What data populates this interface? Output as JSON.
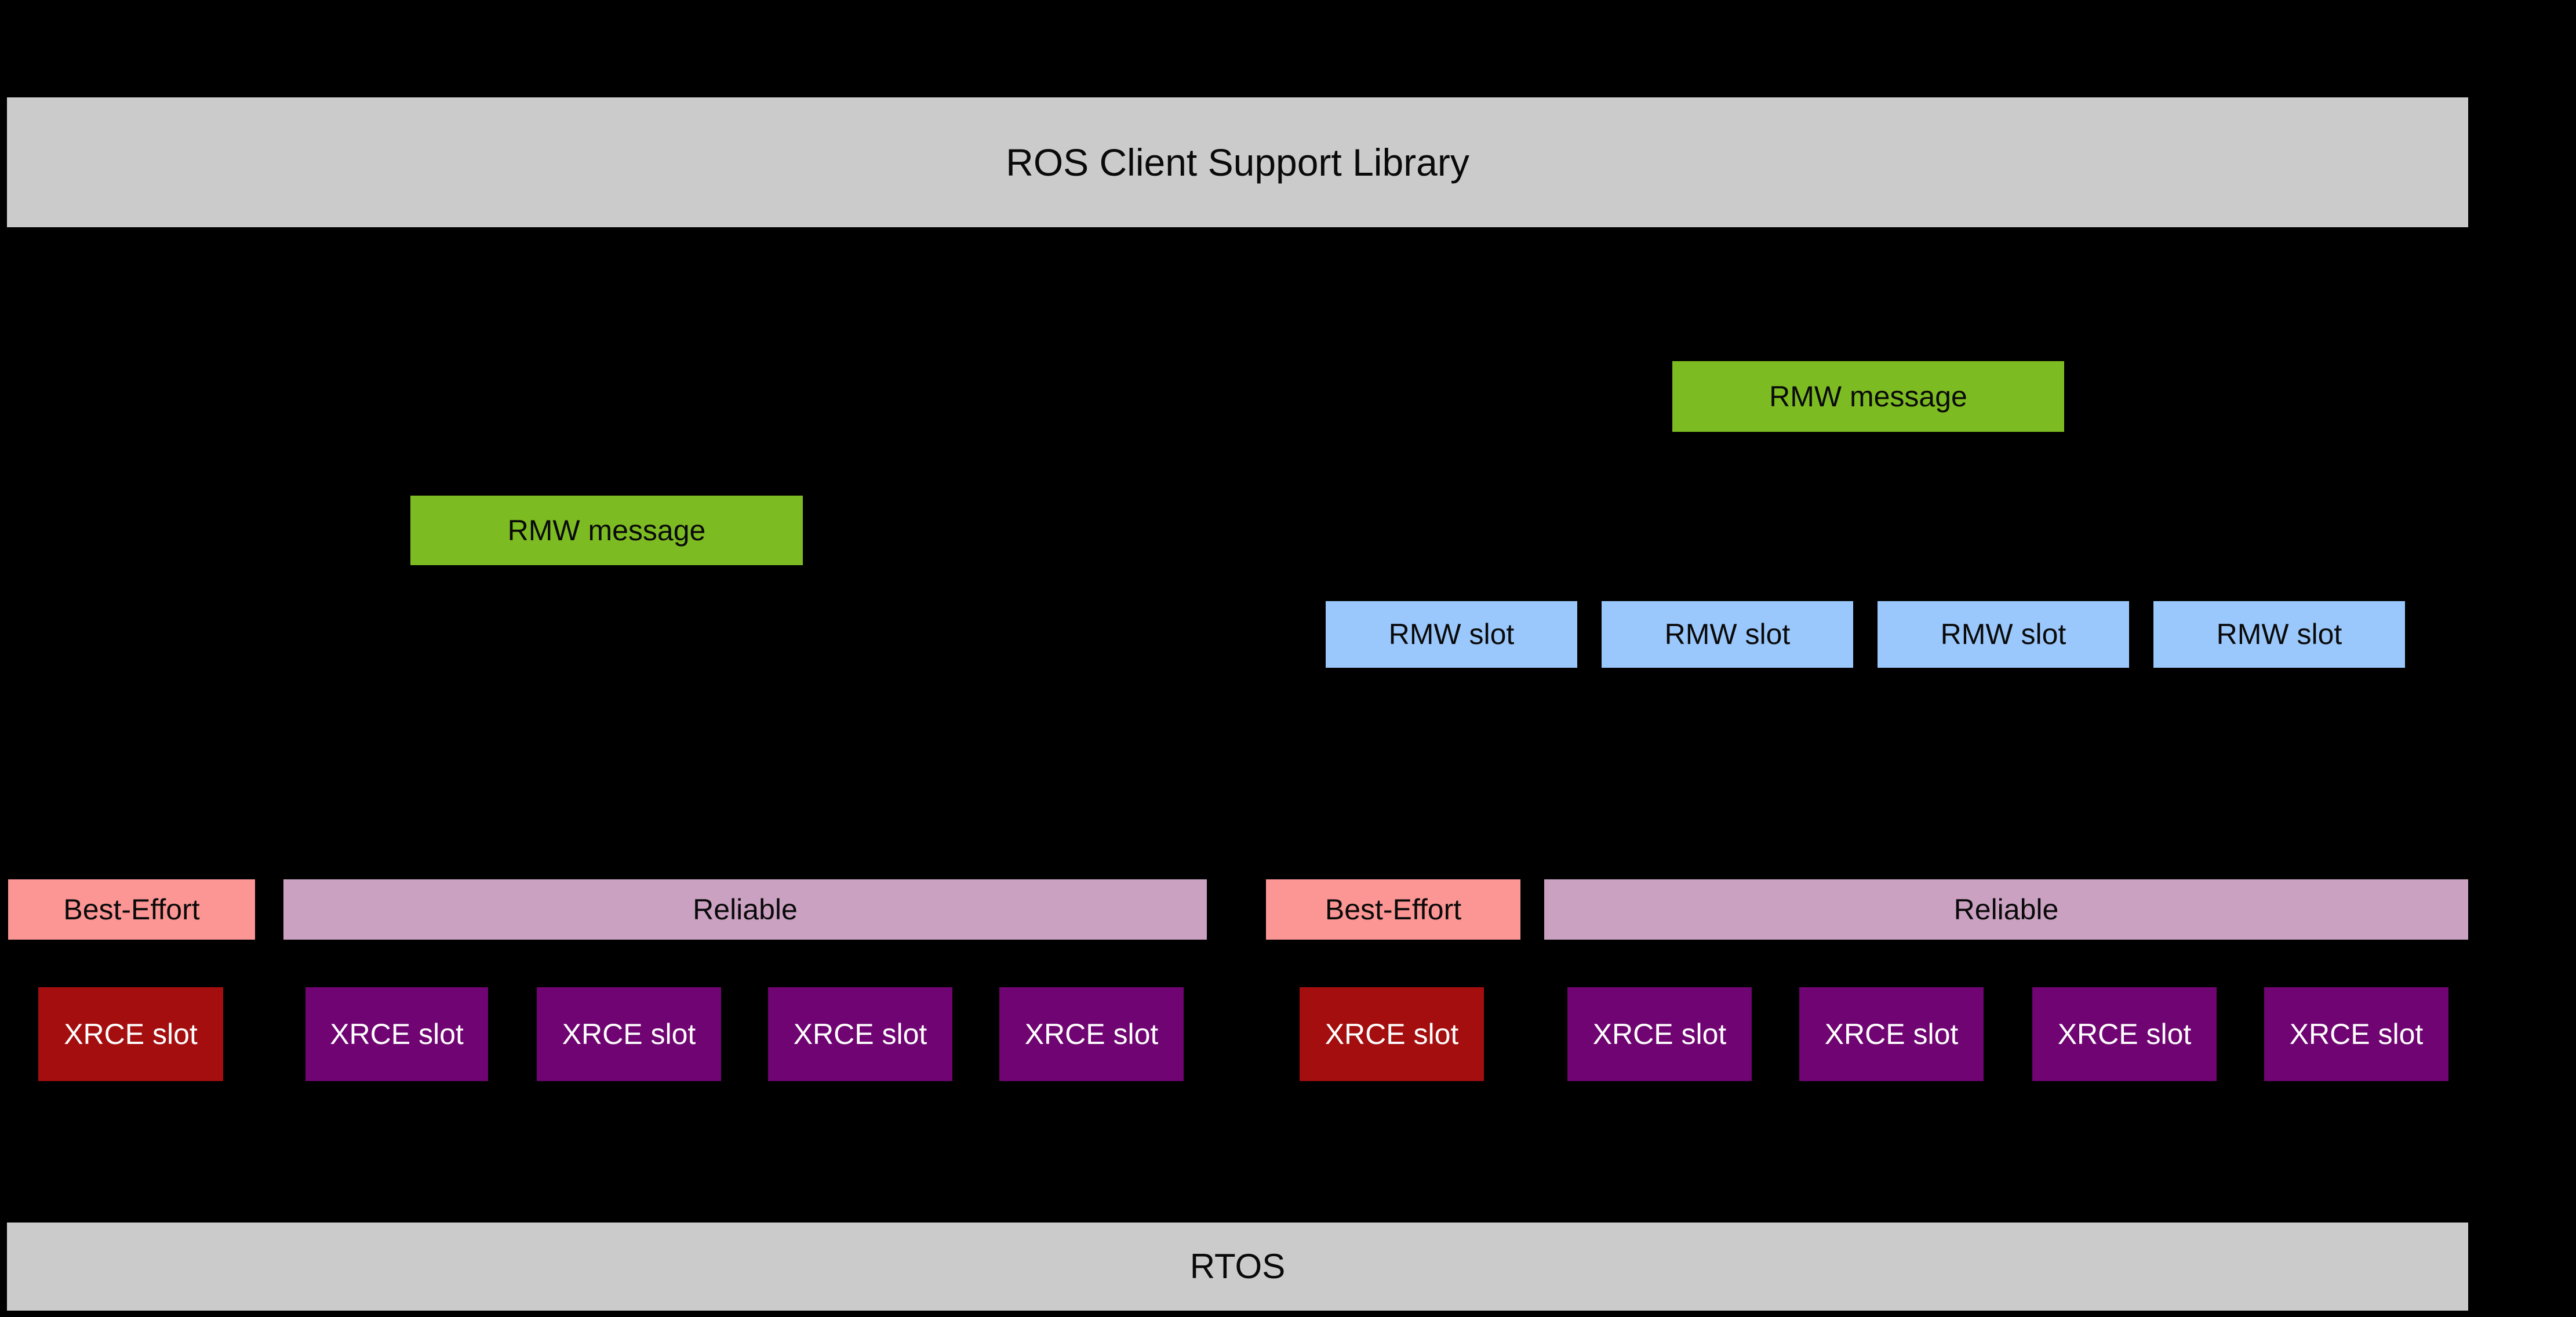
{
  "colors": {
    "background": "#000000",
    "gray_bar": "#CBCBCB",
    "green": "#7DBB22",
    "blue": "#9BC8FC",
    "salmon": "#FB9694",
    "mauve": "#CBA1C2",
    "dark_red": "#A40E0E",
    "purple": "#6F0472",
    "text_dark": "#0A0A0A",
    "text_light": "#FFFFFF"
  },
  "top_bar": {
    "label": "ROS Client Support Library"
  },
  "bottom_bar": {
    "label": "RTOS"
  },
  "rmw_message_right": {
    "label": "RMW message"
  },
  "rmw_message_left": {
    "label": "RMW message"
  },
  "rmw_slots": [
    {
      "label": "RMW slot"
    },
    {
      "label": "RMW slot"
    },
    {
      "label": "RMW slot"
    },
    {
      "label": "RMW slot"
    }
  ],
  "left_group": {
    "best_effort_header": {
      "label": "Best-Effort"
    },
    "reliable_header": {
      "label": "Reliable"
    },
    "xrce_slots": [
      {
        "label": "XRCE slot",
        "type": "best-effort"
      },
      {
        "label": "XRCE slot",
        "type": "reliable"
      },
      {
        "label": "XRCE slot",
        "type": "reliable"
      },
      {
        "label": "XRCE slot",
        "type": "reliable"
      },
      {
        "label": "XRCE slot",
        "type": "reliable"
      }
    ]
  },
  "right_group": {
    "best_effort_header": {
      "label": "Best-Effort"
    },
    "reliable_header": {
      "label": "Reliable"
    },
    "xrce_slots": [
      {
        "label": "XRCE slot",
        "type": "best-effort"
      },
      {
        "label": "XRCE slot",
        "type": "reliable"
      },
      {
        "label": "XRCE slot",
        "type": "reliable"
      },
      {
        "label": "XRCE slot",
        "type": "reliable"
      },
      {
        "label": "XRCE slot",
        "type": "reliable"
      }
    ]
  }
}
